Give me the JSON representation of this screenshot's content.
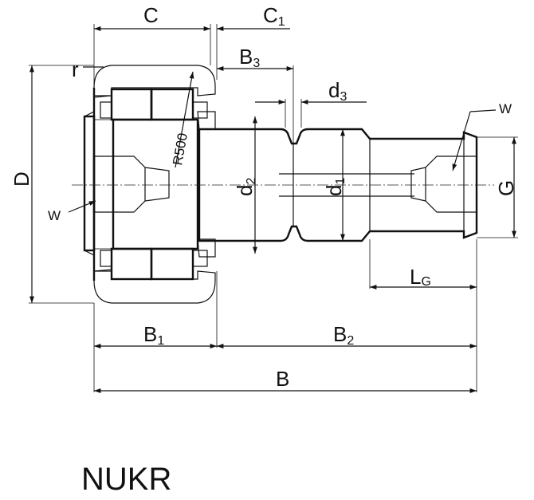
{
  "drawing": {
    "title": "NUKR",
    "labels": {
      "C": "C",
      "C1_main": "C",
      "C1_sub": "1",
      "r": "r",
      "B3_main": "B",
      "B3_sub": "3",
      "d3_main": "d",
      "d3_sub": "3",
      "w_right": "W",
      "w_left": "W",
      "D": "D",
      "R500": "R500",
      "d2_main": "d",
      "d2_sub": "2",
      "d1_main": "d",
      "d1_sub": "1",
      "G": "G",
      "LG_main": "L",
      "LG_sub": "G",
      "B1_main": "B",
      "B1_sub": "1",
      "B2_main": "B",
      "B2_sub": "2",
      "B": "B"
    }
  }
}
